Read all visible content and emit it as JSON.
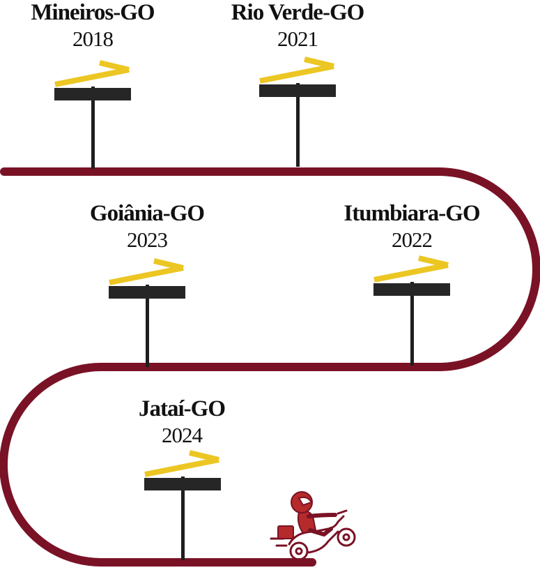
{
  "colors": {
    "road": "#7a1226",
    "post": "#1e1e1e",
    "sign": "#262626",
    "arrow": "#ecc623",
    "rider": "#b52a2a",
    "rider_dark": "#7a1226",
    "background": "#ffffff"
  },
  "milestones": [
    {
      "city": "Mineiros-GO",
      "year": "2018"
    },
    {
      "city": "Rio Verde-GO",
      "year": "2021"
    },
    {
      "city": "Goiânia-GO",
      "year": "2023"
    },
    {
      "city": "Itumbiara-GO",
      "year": "2022"
    },
    {
      "city": "Jataí-GO",
      "year": "2024"
    }
  ],
  "icons": {
    "signpost": "signpost-arrow-icon",
    "rider": "delivery-scooter-icon"
  }
}
